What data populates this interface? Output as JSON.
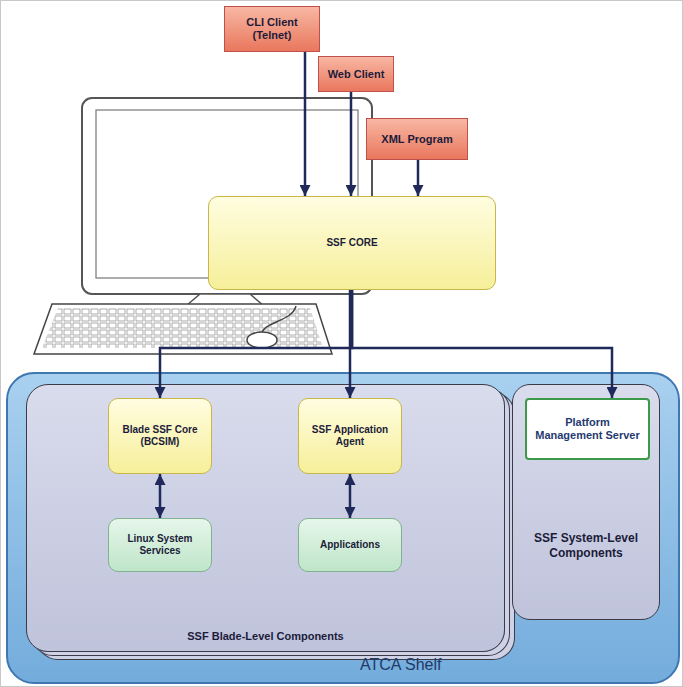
{
  "diagram": {
    "nodes": [
      {
        "text": [
          "CLI Client (Telnet)"
        ]
      },
      {
        "text": [
          "Web Client"
        ]
      },
      {
        "text": [
          "XML Program"
        ]
      },
      {
        "text": [
          "SSF CORE"
        ]
      },
      {
        "text": [
          "ATCA Shelf"
        ]
      },
      {
        "text": [
          "SSF Blade-Level Components"
        ],
        "in": 4
      },
      {
        "text": [
          "Blade SSF Core (BCSIM)"
        ],
        "in": 5
      },
      {
        "text": [
          "SSF Application Agent"
        ],
        "in": 5
      },
      {
        "text": [
          "Linux System Services"
        ],
        "in": 5
      },
      {
        "text": [
          "Applications"
        ],
        "in": 5
      },
      {
        "text": [
          "SSF System-Level Components"
        ],
        "in": 4
      },
      {
        "text": [
          "Platform Management Server"
        ],
        "in": 10
      }
    ],
    "edges": [
      {
        "from": 0,
        "to": 3,
        "arrow": "to"
      },
      {
        "from": 1,
        "to": 3,
        "arrow": "to"
      },
      {
        "from": 2,
        "to": 3,
        "arrow": "to"
      },
      {
        "from": 3,
        "to": 6,
        "arrow": "to"
      },
      {
        "from": 3,
        "to": 7,
        "arrow": "to"
      },
      {
        "from": 3,
        "to": 11,
        "arrow": "to"
      },
      {
        "from": 6,
        "to": 8,
        "arrow": "both"
      },
      {
        "from": 7,
        "to": 9,
        "arrow": "both"
      }
    ]
  }
}
